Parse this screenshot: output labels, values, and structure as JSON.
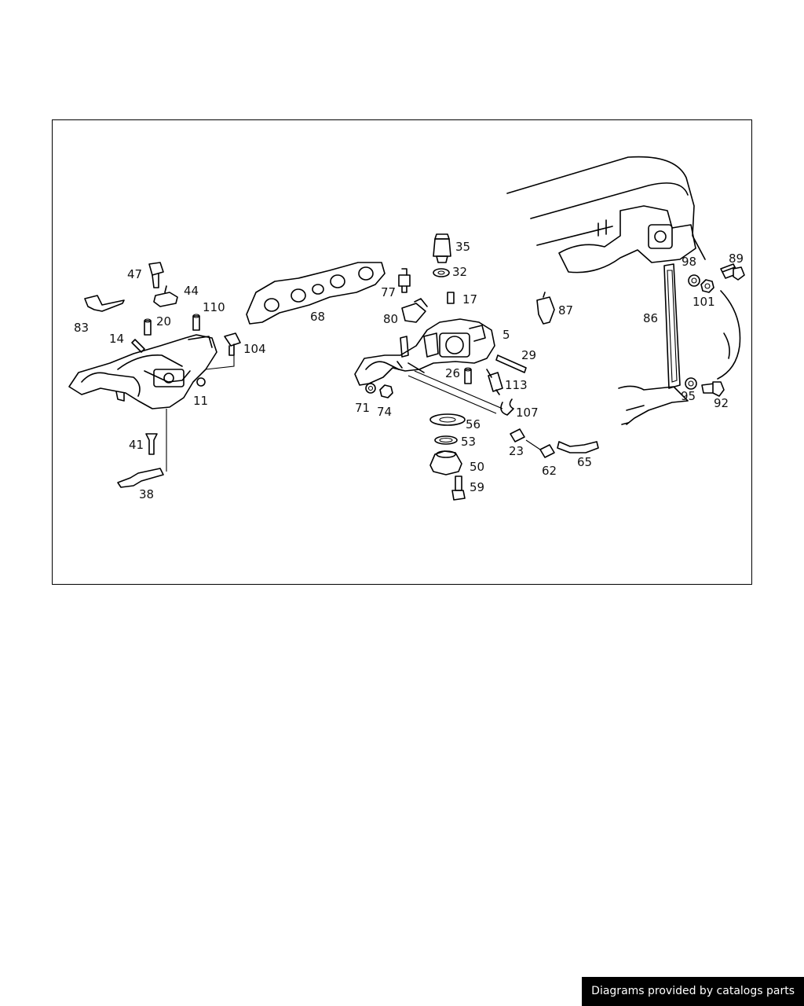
{
  "diagram": {
    "part_numbers": [
      "35",
      "32",
      "77",
      "17",
      "80",
      "5",
      "29",
      "26",
      "113",
      "107",
      "71",
      "74",
      "56",
      "53",
      "23",
      "62",
      "65",
      "50",
      "59",
      "47",
      "44",
      "83",
      "110",
      "20",
      "14",
      "104",
      "11",
      "41",
      "38",
      "68",
      "87",
      "86",
      "98",
      "89",
      "101",
      "95",
      "92"
    ]
  },
  "footer": {
    "credit": "Diagrams provided by catalogs parts"
  }
}
